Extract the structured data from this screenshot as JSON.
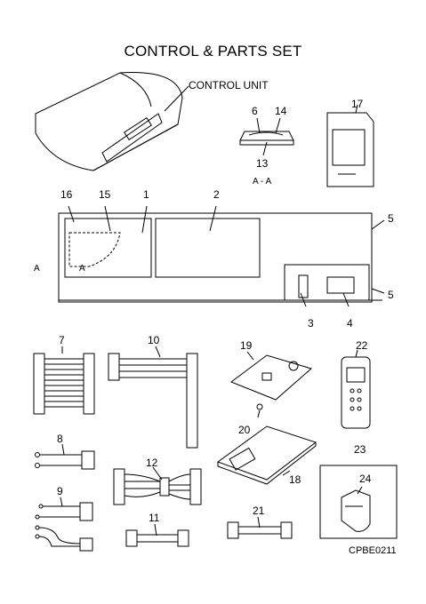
{
  "title": "CONTROL & PARTS SET",
  "callouts": {
    "control_unit": "CONTROL UNIT",
    "section_mark": "A - A",
    "arrow_a": "A"
  },
  "part_numbers": [
    "1",
    "2",
    "3",
    "4",
    "5",
    "6",
    "7",
    "8",
    "9",
    "10",
    "11",
    "12",
    "13",
    "14",
    "15",
    "16",
    "17",
    "18",
    "19",
    "20",
    "21",
    "22",
    "23",
    "24"
  ],
  "drawing_code": "CPBE0211"
}
